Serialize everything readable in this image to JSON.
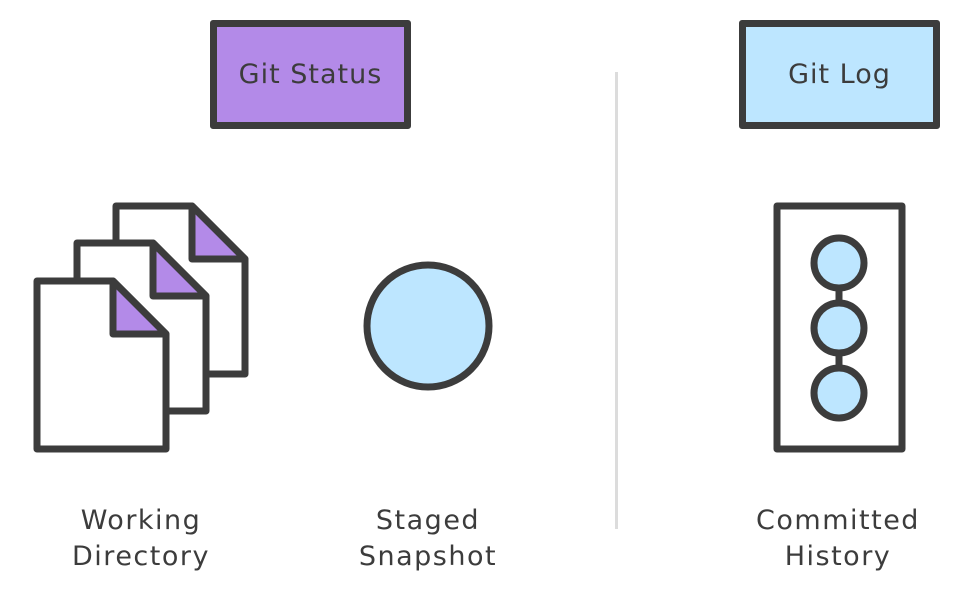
{
  "colors": {
    "outline": "#3c3c3c",
    "status_box": "#b38ae8",
    "log_box": "#bde6ff",
    "page_fill": "#ffffff",
    "page_corner": "#b38ae8",
    "snapshot_fill": "#bde6ff",
    "commit_fill": "#bde6ff",
    "divider": "#dcdcdc"
  },
  "commands": {
    "status_label": "Git Status",
    "log_label": "Git Log"
  },
  "sections": {
    "working_directory": {
      "line1": "Working",
      "line2": "Directory",
      "icon": "stacked-files-icon"
    },
    "staged_snapshot": {
      "line1": "Staged",
      "line2": "Snapshot",
      "icon": "snapshot-circle-icon"
    },
    "committed_history": {
      "line1": "Committed",
      "line2": "History",
      "icon": "commit-chain-icon"
    }
  }
}
